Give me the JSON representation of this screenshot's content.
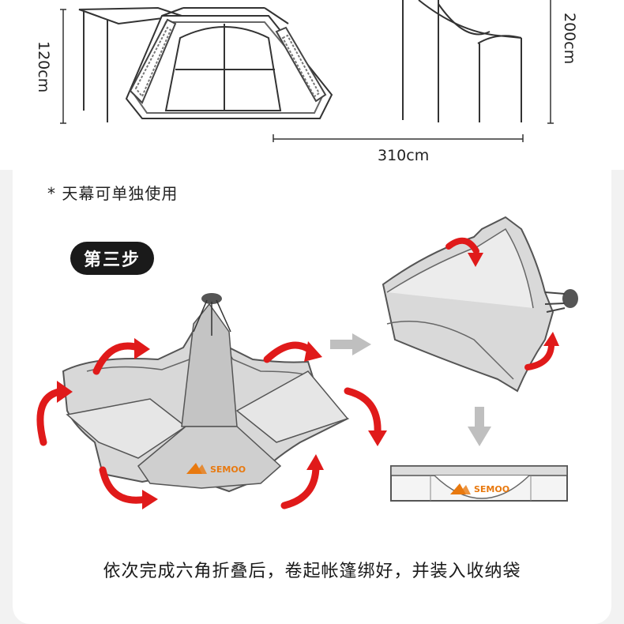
{
  "dimensions": {
    "height_label": "120cm",
    "tall_label": "200cm",
    "width_label": "310cm"
  },
  "note": "* 天幕可单独使用",
  "step_badge": "第三步",
  "brand_logo": "SEMOO",
  "caption": "依次完成六角折叠后，卷起帐篷绑好，并装入收纳袋",
  "colors": {
    "arrow_red": "#e01a1a",
    "brand_orange": "#e8790f",
    "tent_gray": "#cfcfcf",
    "badge_black": "#1a1a1a"
  }
}
